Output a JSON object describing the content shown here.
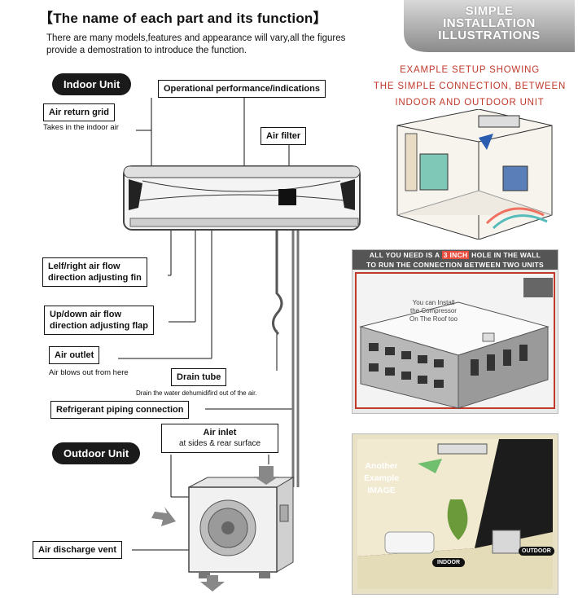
{
  "header": {
    "title": "【The name of each part and its function】",
    "intro_line1": "There are many models,features and appearance will  vary,all the figures",
    "intro_line2": "provide a demostration to introduce the function.",
    "banner_line1": "SIMPLE",
    "banner_line2": "INSTALLATION",
    "banner_line3": "ILLUSTRATIONS"
  },
  "indoor": {
    "pill": "Indoor Unit",
    "operational": "Operational performance/indications",
    "air_return_title": "Air return grid",
    "air_return_sub": "Takes in the indoor air",
    "air_filter": "Air filter",
    "lr_fin_1": "Lelf/right air flow",
    "lr_fin_2": "direction adjusting fin",
    "ud_flap_1": "Up/down air flow",
    "ud_flap_2": "direction adjusting flap",
    "air_outlet": "Air outlet",
    "air_outlet_sub": "Air blows out from here",
    "drain_tube": "Drain tube",
    "drain_sub": "Drain the water dehumidifird out of the air.",
    "refrigerant": "Refrigerant piping connection"
  },
  "outdoor": {
    "pill": "Outdoor Unit",
    "air_inlet": "Air inlet",
    "air_inlet_sub": "at sides &  rear surface",
    "discharge": "Air discharge vent"
  },
  "right": {
    "example_1": "EXAMPLE SETUP SHOWING",
    "example_2": "THE SIMPLE CONNECTION, BETWEEN",
    "example_3": "INDOOR AND OUTDOOR UNIT",
    "bar_1_pre": "ALL YOU NEED IS A ",
    "bar_1_hl": "3 INCH",
    "bar_1_post": " HOLE IN THE WALL",
    "bar_2": "TO RUN THE CONNECTION BETWEEN TWO UNITS",
    "roof_1": "You can Install",
    "roof_2": "the Compressor",
    "roof_3": "On The Roof too",
    "another_1": "Another",
    "another_2": "Example",
    "another_3": "IMAGE",
    "indoor_tag": "INDOOR",
    "outdoor_tag": "OUTDOOR"
  }
}
